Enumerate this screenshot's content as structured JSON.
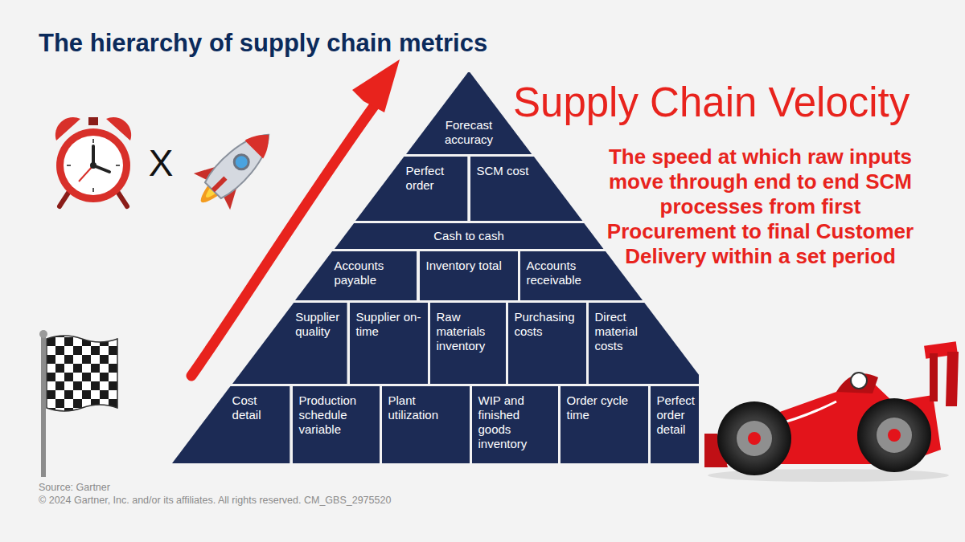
{
  "diagram": {
    "title": "The hierarchy of supply chain metrics",
    "nodes": [
      {
        "text": [
          "Forecast accuracy"
        ]
      },
      {
        "text": [
          "Perfect order"
        ]
      },
      {
        "text": [
          "SCM cost"
        ]
      },
      {
        "text": [
          "Cash to cash"
        ]
      },
      {
        "text": [
          "Accounts payable"
        ]
      },
      {
        "text": [
          "Inventory total"
        ]
      },
      {
        "text": [
          "Accounts receivable"
        ]
      },
      {
        "text": [
          "Supplier quality"
        ]
      },
      {
        "text": [
          "Supplier on-time"
        ]
      },
      {
        "text": [
          "Raw materials inventory"
        ]
      },
      {
        "text": [
          "Purchasing costs"
        ]
      },
      {
        "text": [
          "Direct material costs"
        ]
      },
      {
        "text": [
          "Cost detail"
        ]
      },
      {
        "text": [
          "Production schedule variable"
        ]
      },
      {
        "text": [
          "Plant utilization"
        ]
      },
      {
        "text": [
          "WIP and finished goods inventory"
        ]
      },
      {
        "text": [
          "Order cycle time"
        ]
      },
      {
        "text": [
          "Perfect order detail"
        ]
      }
    ],
    "labels": [
      "Supply Chain Velocity",
      "The speed at which raw inputs move through end to end SCM processes from first Procurement to final Customer Delivery within a set period",
      "X",
      "Source: Gartner",
      "© 2024 Gartner, Inc. and/or its affiliates. All rights reserved. CM_GBS_2975520"
    ]
  }
}
